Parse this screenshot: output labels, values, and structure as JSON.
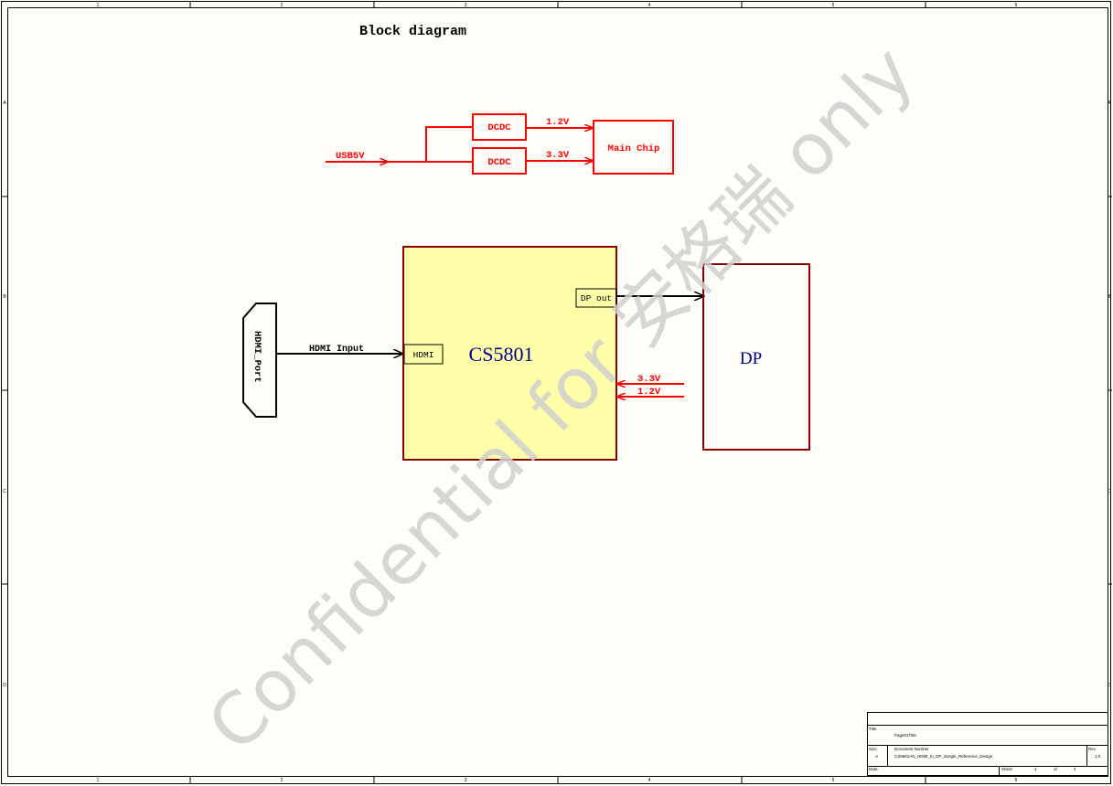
{
  "title": "Block diagram",
  "frame": {
    "col_labels": [
      "1",
      "2",
      "3",
      "4",
      "5",
      "6"
    ],
    "row_labels": [
      "A",
      "B",
      "C",
      "D"
    ]
  },
  "power": {
    "input_label": "USB5V",
    "dcdc_top_label": "DCDC",
    "dcdc_bottom_label": "DCDC",
    "rail_top_label": "1.2V",
    "rail_bottom_label": "3.3V",
    "main_chip_label": "Main Chip"
  },
  "signal": {
    "hdmi_port_label": "HDMI_Port",
    "hdmi_input_label": "HDMI Input",
    "chip_label": "CS5801",
    "chip_hdmi_pin": "HDMI",
    "chip_dp_out_pin": "DP out",
    "dp_label": "DP",
    "supply_top_label": "3.3V",
    "supply_bottom_label": "1.2V"
  },
  "title_block": {
    "title_header": "Title",
    "title_value": "Page01Title",
    "size_header": "Size",
    "size_value": "A",
    "docnum_header": "Document Number",
    "docnum_value": "CS5801AN_HDMI_to_DP_dongle_Reference_Design",
    "rev_header": "Rev",
    "rev_value": "1.0",
    "date_header": "Date:",
    "sheet_header": "Sheet",
    "sheet_value": "1",
    "of_label": "of",
    "sheet_total": "4"
  },
  "watermark": "Confidential for 安格瑞 only",
  "colors": {
    "paper": "#fffdf7",
    "frame": "#000000",
    "power": "#ff0000",
    "block_border": "#8b0000",
    "chip_fill": "#ffffaa",
    "label_blue": "#00008b",
    "watermark": "#cfcfcf"
  }
}
